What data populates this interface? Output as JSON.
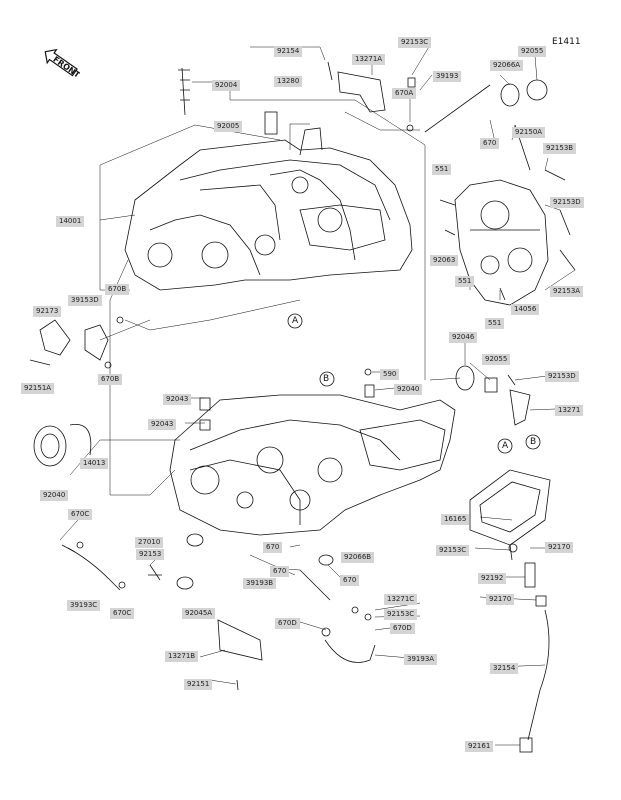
{
  "diagram_id": "E1411",
  "front_label": "FRONT",
  "callout_A": "A",
  "callout_B": "B",
  "parts": {
    "p92154a": "92154",
    "p92153c_top": "92153C",
    "p13271a": "13271A",
    "p13280": "13280",
    "p39193": "39193",
    "p92066a": "92066A",
    "p92055": "92055",
    "p92004": "92004",
    "p92005": "92005",
    "p670a": "670A",
    "p670_top": "670",
    "p92150a": "92150A",
    "p92153b": "92153B",
    "p551_a": "551",
    "p92153d_r": "92153D",
    "p14001": "14001",
    "p92063": "92063",
    "p551_b": "551",
    "p14056": "14056",
    "p92153a": "92153A",
    "p551_c": "551",
    "p670b_a": "670B",
    "p39153d": "39153D",
    "p92173": "92173",
    "p92151a": "92151A",
    "p670b_b": "670B",
    "p92046": "92046",
    "p92055_r": "92055",
    "p92153d_m": "92153D",
    "p590": "590",
    "p92043_a": "92043",
    "p92040_m": "92040",
    "p13271": "13271",
    "p92043_b": "92043",
    "p14013": "14013",
    "p92040_l": "92040",
    "p16165": "16165",
    "p670c_a": "670C",
    "p27010": "27010",
    "p92153": "92153",
    "p670_m": "670",
    "p92066b": "92066B",
    "p92153c_b": "92153C",
    "p92170_a": "92170",
    "p39193c": "39193C",
    "p670c_b": "670C",
    "p92045a": "92045A",
    "p39193b": "39193B",
    "p670_b": "670",
    "p13271c": "13271C",
    "p92153c_m": "92153C",
    "p670d_l": "670D",
    "p670d_r": "670D",
    "p92192": "92192",
    "p92170_b": "92170",
    "p13271b": "13271B",
    "p39193a": "39193A",
    "p32154": "32154",
    "p92151": "92151",
    "p92161": "92161"
  },
  "colors": {
    "label_bg": "#d4d4d4",
    "line": "#111111"
  }
}
